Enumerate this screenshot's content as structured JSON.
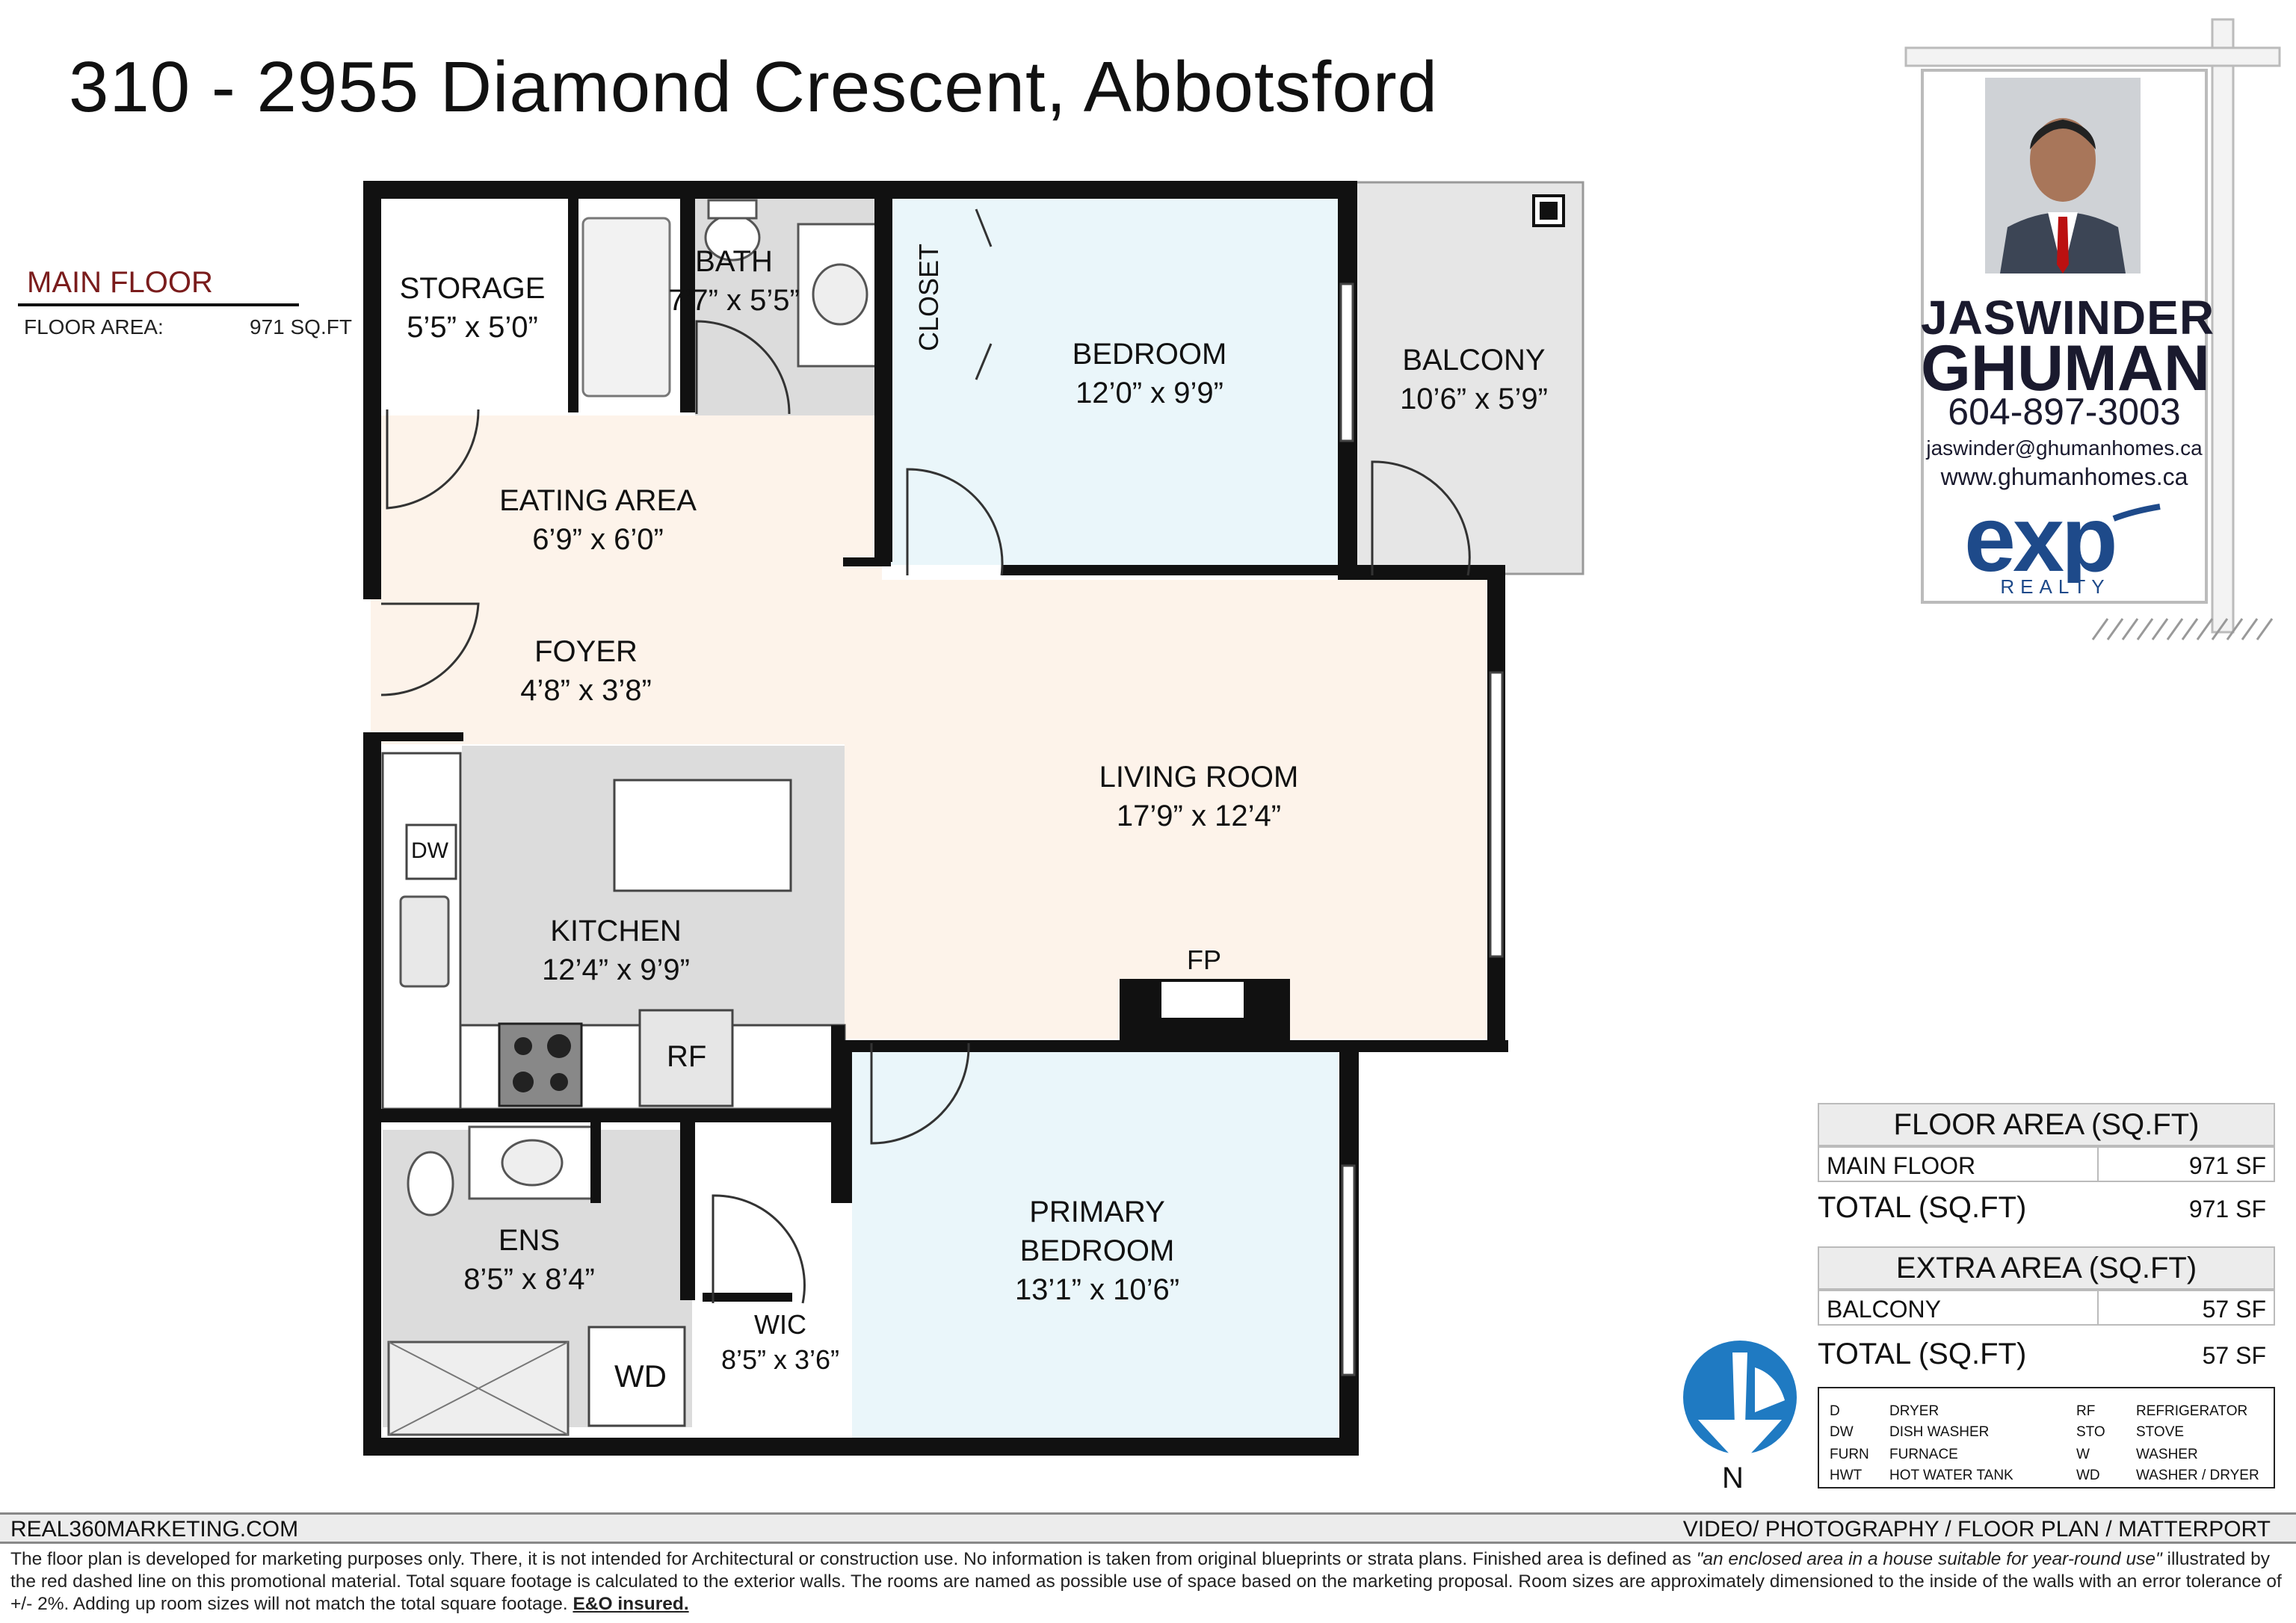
{
  "title": "310 - 2955 Diamond Crescent, Abbotsford",
  "floor_info": {
    "main_floor_label": "MAIN FLOOR",
    "floor_area_label": "FLOOR AREA:",
    "floor_area_value": "971 SQ.FT"
  },
  "rooms": {
    "storage": {
      "name": "STORAGE",
      "dims": "5’5” x 5’0”"
    },
    "bath": {
      "name": "BATH",
      "dims": "7’7” x 5’5”"
    },
    "closet": {
      "name": "CLOSET"
    },
    "bedroom": {
      "name": "BEDROOM",
      "dims": "12’0” x 9’9”"
    },
    "balcony": {
      "name": "BALCONY",
      "dims": "10’6” x 5’9”"
    },
    "eating_area": {
      "name": "EATING AREA",
      "dims": "6’9” x 6’0”"
    },
    "foyer": {
      "name": "FOYER",
      "dims": "4’8” x 3’8”"
    },
    "living_room": {
      "name": "LIVING ROOM",
      "dims": "17’9” x 12’4”"
    },
    "kitchen": {
      "name": "KITCHEN",
      "dims": "12’4” x 9’9”"
    },
    "primary_bedroom": {
      "name_line1": "PRIMARY",
      "name_line2": "BEDROOM",
      "dims": "13’1” x 10’6”"
    },
    "ens": {
      "name": "ENS",
      "dims": "8’5” x 8’4”"
    },
    "wic": {
      "name": "WIC",
      "dims": "8’5” x 3’6”"
    }
  },
  "fixtures": {
    "dw": "DW",
    "rf": "RF",
    "fp": "FP",
    "wd": "WD"
  },
  "agent": {
    "first_name": "JASWINDER",
    "last_name": "GHUMAN",
    "phone": "604-897-3003",
    "email": "jaswinder@ghumanhomes.ca",
    "website": "www.ghumanhomes.ca",
    "brand_sub": "REALTY"
  },
  "areas": {
    "floor_header": "FLOOR AREA (SQ.FT)",
    "main_floor_label": "MAIN FLOOR",
    "main_floor_value": "971 SF",
    "total_label": "TOTAL (SQ.FT)",
    "total_value": "971 SF",
    "extra_header": "EXTRA AREA (SQ.FT)",
    "balcony_label": "BALCONY",
    "balcony_value": "57 SF",
    "extra_total_label": "TOTAL (SQ.FT)",
    "extra_total_value": "57 SF"
  },
  "legend": [
    {
      "code": "D",
      "text": "DRYER"
    },
    {
      "code": "DW",
      "text": "DISH WASHER"
    },
    {
      "code": "FURN",
      "text": "FURNACE"
    },
    {
      "code": "HWT",
      "text": "HOT WATER TANK"
    },
    {
      "code": "RF",
      "text": "REFRIGERATOR"
    },
    {
      "code": "STO",
      "text": "STOVE"
    },
    {
      "code": "W",
      "text": "WASHER"
    },
    {
      "code": "WD",
      "text": "WASHER / DRYER"
    }
  ],
  "compass": {
    "label": "N"
  },
  "footer": {
    "left": "REAL360MARKETING.COM",
    "right": "VIDEO/ PHOTOGRAPHY / FLOOR PLAN / MATTERPORT",
    "disclaimer_part1": "The floor plan is developed for marketing purposes only. There, it is not intended for Architectural or construction use. No information is  taken from original blueprints or strata plans. Finished area is defined as ",
    "disclaimer_quote": " \"an enclosed area in a house suitable for year-round use\"",
    "disclaimer_part2": " illustrated by the red dashed line on this promotional material. Total square footage is calculated to the exterior walls. The rooms are named as possible use of space based on the marketing proposal. Room sizes are approximately dimensioned to the inside of the walls with an error tolerance of +/- 2%. Adding up room sizes will not match the total square footage. ",
    "disclaimer_bold": "E&O insured."
  },
  "colors": {
    "wall": "#111111",
    "warm_floor": "#fdf3ea",
    "cool_floor": "#eaf6fa",
    "grey_floor": "#dcdcdc",
    "brand_blue": "#1e4a8a",
    "accent_red": "#7a1c1c"
  }
}
